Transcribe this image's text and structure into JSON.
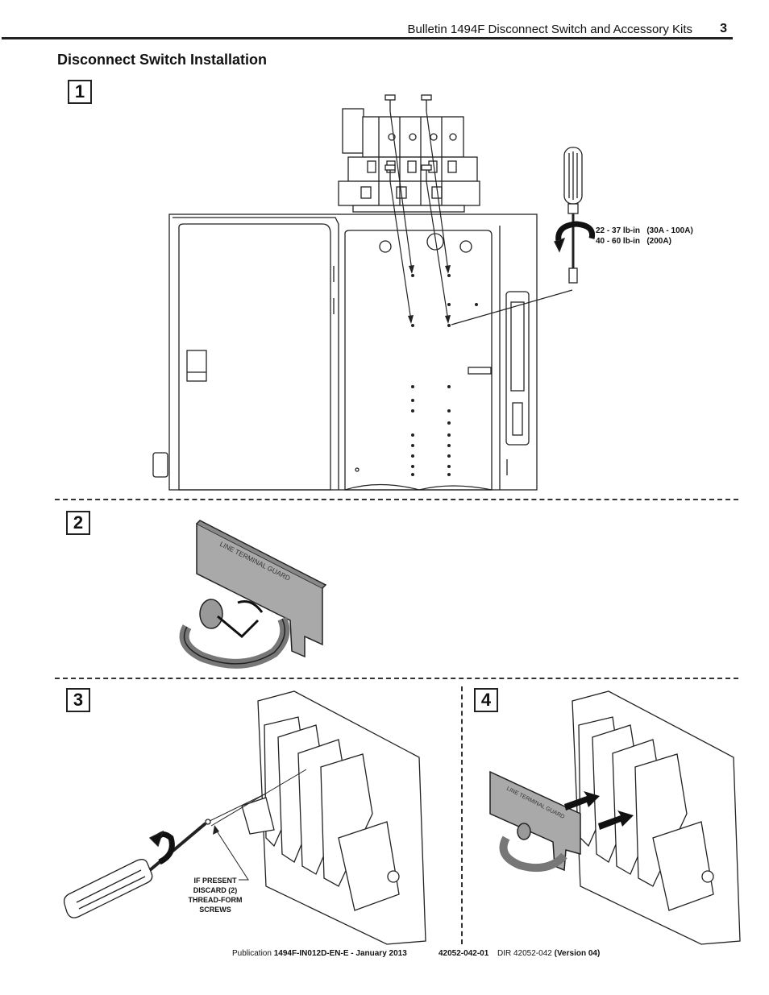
{
  "header": {
    "title": "Bulletin 1494F Disconnect Switch and Accessory Kits",
    "page_number": "3"
  },
  "section_title": "Disconnect Switch Installation",
  "steps": [
    {
      "number": "1"
    },
    {
      "number": "2"
    },
    {
      "number": "3"
    },
    {
      "number": "4"
    }
  ],
  "torque_spec": {
    "line1": "22 - 37 lb-in   (30A - 100A)",
    "line2": "40 - 60 lb-in   (200A)"
  },
  "guard_label": "LINE TERMINAL GUARD",
  "step3_note": [
    "IF PRESENT",
    "DISCARD  (2)",
    "THREAD-FORM",
    "SCREWS"
  ],
  "footer": {
    "publication_prefix": "Publication ",
    "publication_id": "1494F-IN012D-EN-E - January 2013",
    "doc_number": "42052-042-01",
    "dir_prefix": "DIR 42052-042 ",
    "version": "(Version 04)"
  }
}
